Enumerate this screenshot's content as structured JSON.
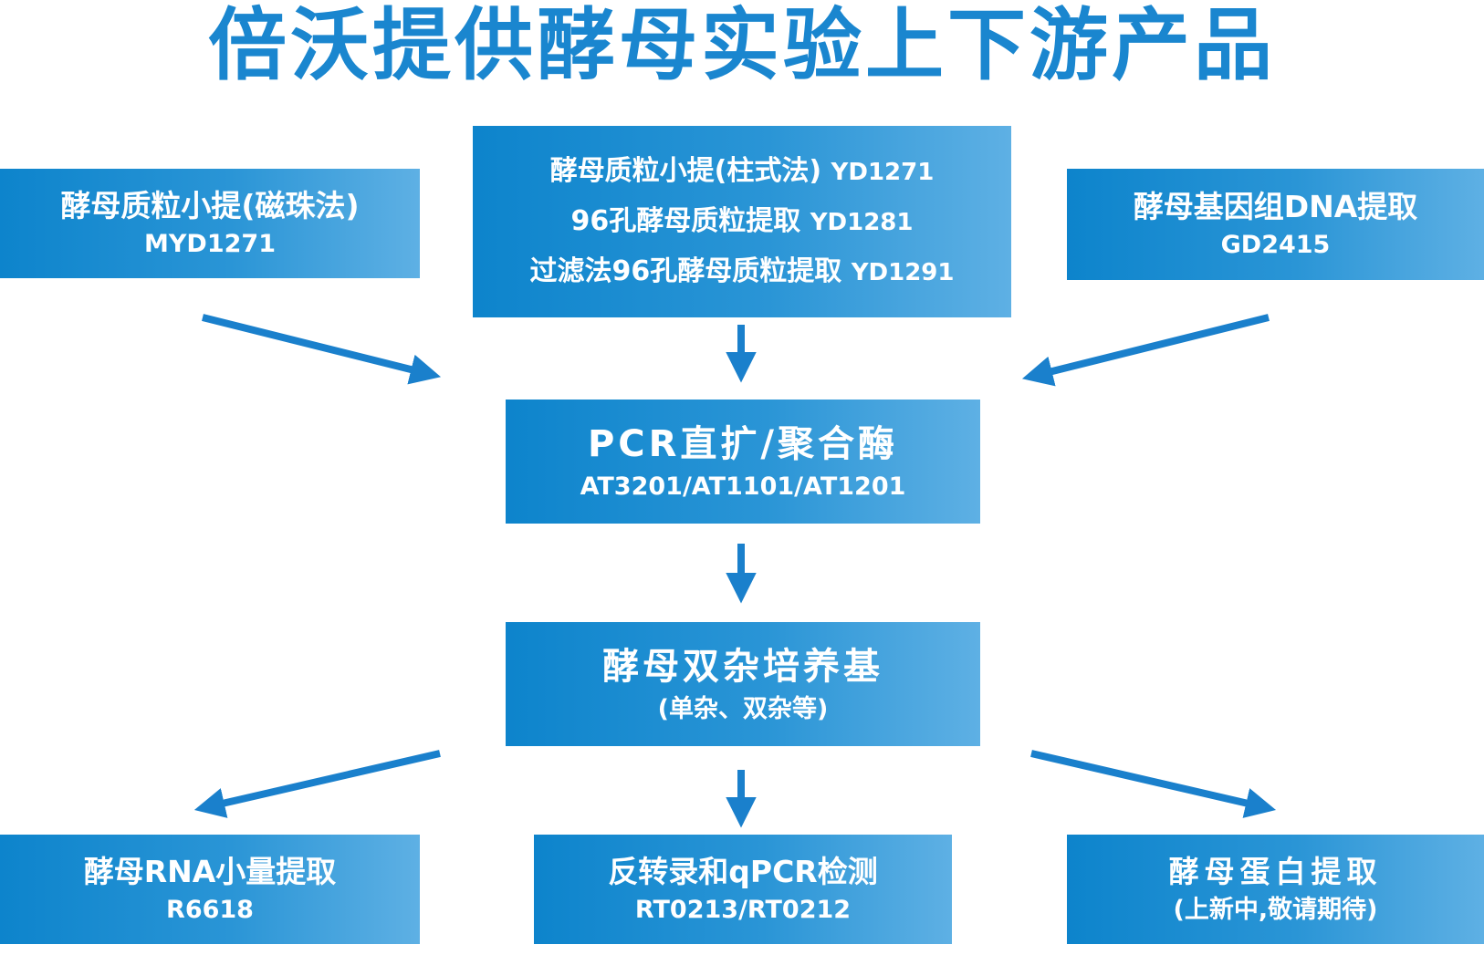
{
  "title": "倍沃提供酵母实验上下游产品",
  "colors": {
    "title": "#1a86cf",
    "box_start": "#0d84cc",
    "box_end": "#5eb0e4",
    "arrow": "#1a80cc"
  },
  "top_left": {
    "name": "酵母质粒小提(磁珠法)",
    "code": "MYD1271"
  },
  "top_center": {
    "lines": [
      {
        "name": "酵母质粒小提(柱式法)",
        "code": "YD1271"
      },
      {
        "name": "96孔酵母质粒提取",
        "code": "YD1281"
      },
      {
        "name": "过滤法96孔酵母质粒提取",
        "code": "YD1291"
      }
    ]
  },
  "top_right": {
    "name": "酵母基因组DNA提取",
    "code": "GD2415"
  },
  "pcr": {
    "name": "PCR直扩/聚合酶",
    "code": "AT3201/AT1101/AT1201"
  },
  "medium": {
    "name": "酵母双杂培养基",
    "note": "(单杂、双杂等)"
  },
  "bottom_left": {
    "name": "酵母RNA小量提取",
    "code": "R6618"
  },
  "bottom_center": {
    "name": "反转录和qPCR检测",
    "code": "RT0213/RT0212"
  },
  "bottom_right": {
    "name": "酵母蛋白提取",
    "note": "(上新中,敬请期待)"
  }
}
